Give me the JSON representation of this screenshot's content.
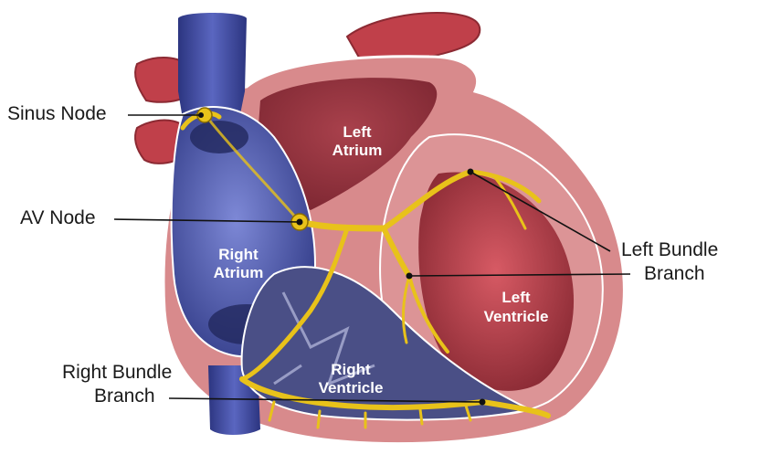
{
  "callouts": {
    "sinus_node": "Sinus Node",
    "av_node": "AV Node",
    "left_bundle_1": "Left Bundle",
    "left_bundle_2": "Branch",
    "right_bundle_1": "Right Bundle",
    "right_bundle_2": "Branch"
  },
  "regions": {
    "left_atrium_1": "Left",
    "left_atrium_2": "Atrium",
    "right_atrium_1": "Right",
    "right_atrium_2": "Atrium",
    "left_ventricle_1": "Left",
    "left_ventricle_2": "Ventricle",
    "right_ventricle_1": "Right",
    "right_ventricle_2": "Ventricle"
  },
  "colors": {
    "vena_cava": "#3f4aa0",
    "heart_wall": "#d88a8c",
    "left_chambers": "#9c3440",
    "right_atrium_interior": "#5560b8",
    "conduction_system": "#e8c21a",
    "aorta": "#c0404a"
  }
}
